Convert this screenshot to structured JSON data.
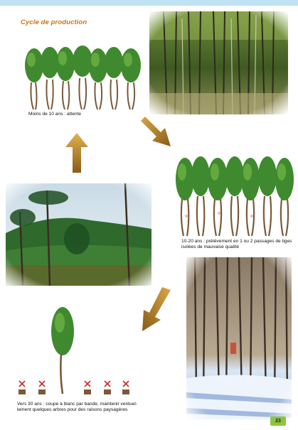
{
  "title": "Cycle de production",
  "captions": {
    "stage1": "Moins de 10 ans : attente",
    "stage2_line1": "10-20 ans : prélèvement en 1 ou 2 passages de tiges",
    "stage2_line2": "isolées de mauvaise qualité",
    "stage3_line1": "Vers 30 ans : coupe à blanc par bande, maintenir ventuel-",
    "stage3_line2": "lement quelques arbres pour des raisons paysagères"
  },
  "page_number": "23",
  "colors": {
    "title": "#c5771b",
    "arrow": "#b8862c",
    "foliage": "#3f8a2e",
    "page_badge": "#8cc63f",
    "cut_mark": "#d4242a"
  }
}
